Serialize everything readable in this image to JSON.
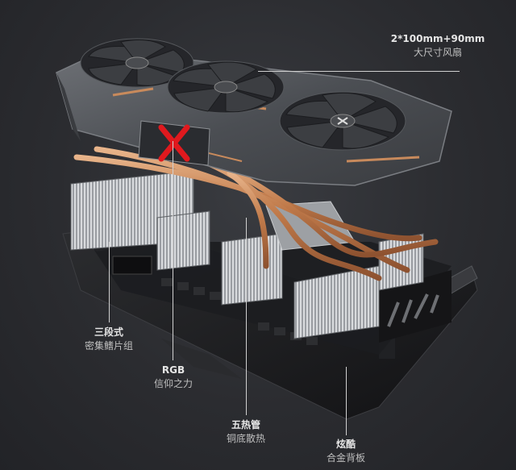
{
  "callouts": {
    "fans": {
      "line1": "2*100mm+90mm",
      "line2": "大尺寸风扇"
    },
    "heatsink": {
      "line1": "三段式",
      "line2": "密集鳍片组"
    },
    "rgb": {
      "line1": "RGB",
      "line2": "信仰之力"
    },
    "heatpipes": {
      "line1": "五热管",
      "line2": "铜底散热"
    },
    "backplate": {
      "line1": "炫酷",
      "line2": "合金背板"
    }
  },
  "colors": {
    "background": "#2b2c30",
    "shroud": "#55585d",
    "copper": "#c88a5c",
    "accent_red": "#e0191e",
    "fins": "#b9bcc0",
    "pcb": "#1a1b1d"
  },
  "icons": {
    "logo": "x-logo"
  }
}
